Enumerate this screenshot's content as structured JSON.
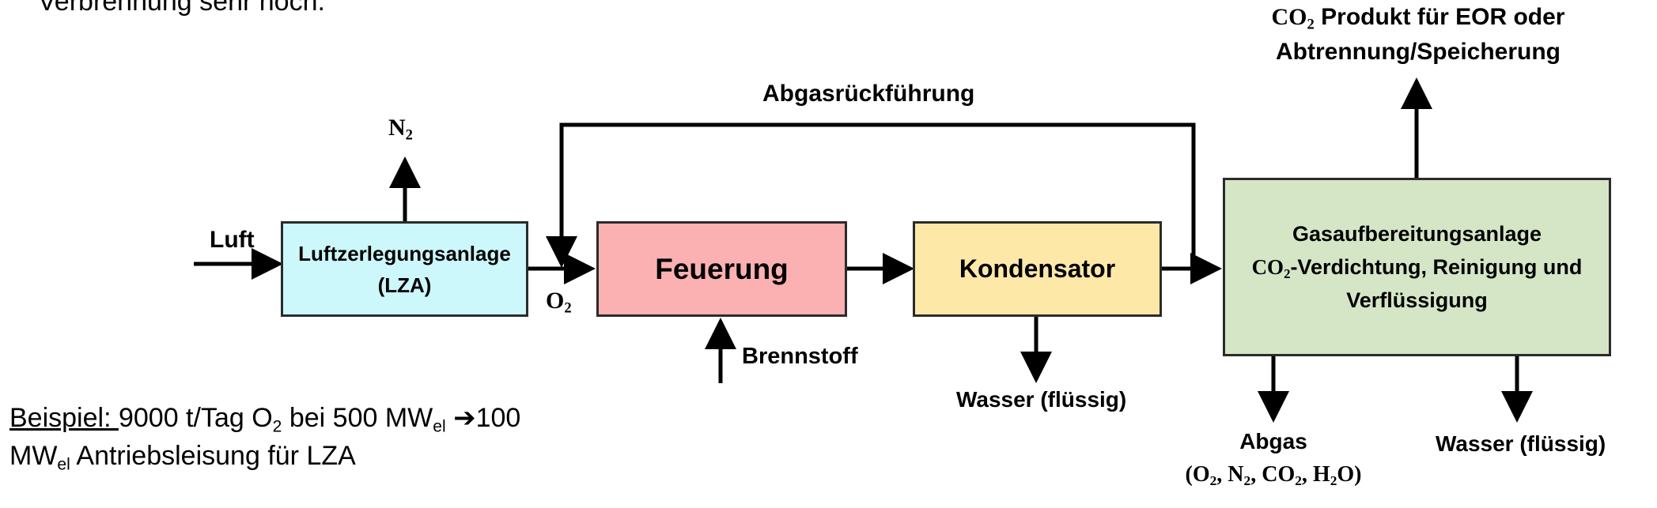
{
  "header": {
    "partial_text": "Verbrennung sehr hoch."
  },
  "boxes": {
    "lza": {
      "line1": "Luftzerlegungsanlage",
      "line2": "(LZA)",
      "color": "#ccf7fb"
    },
    "feuerung": {
      "label": "Feuerung",
      "color": "#fbb1b1"
    },
    "kondensator": {
      "label": "Kondensator",
      "color": "#fde8a8"
    },
    "gas": {
      "line1": "Gasaufbereitungsanlage",
      "co": "CO",
      "sub2": "2",
      "line2_rest": "-Verdichtung, Reinigung und",
      "line3": "Verflüssigung",
      "color": "#d5e6c6"
    }
  },
  "labels": {
    "luft": "Luft",
    "n2_main": "N",
    "n2_sub": "2",
    "o2_main": "O",
    "o2_sub": "2",
    "abgasrueckfuehrung": "Abgasrückführung",
    "brennstoff": "Brennstoff",
    "wasser_1": "Wasser (flüssig)",
    "wasser_2": "Wasser (flüssig)",
    "co2_product": {
      "co": "CO",
      "sub": "2",
      "line1_rest": " Produkt für EOR oder",
      "line2": "Abtrennung/Speicherung"
    },
    "abgas": {
      "title": "Abgas",
      "open": "(",
      "o": "O",
      "o_sub": "2",
      "sep1": ", ",
      "n": "N",
      "n_sub": "2",
      "sep2": ", ",
      "co": "CO",
      "co_sub": "2",
      "sep3": ", ",
      "h": "H",
      "h_sub": "2",
      "o_end": "O",
      "close": ")"
    }
  },
  "note": {
    "prefix": "Beispiel: ",
    "p1": "9000 t/Tag O",
    "o_sub": "2",
    "p2": " bei 500 MW",
    "el_sub": "el",
    "arrow": " ➔",
    "p3": "100",
    "l2_mw": "MW",
    "l2_sub": "el",
    "l2_rest": " Antriebsleisung für  LZA"
  },
  "colors": {
    "line": "#000000",
    "border": "#2b2b2b"
  }
}
